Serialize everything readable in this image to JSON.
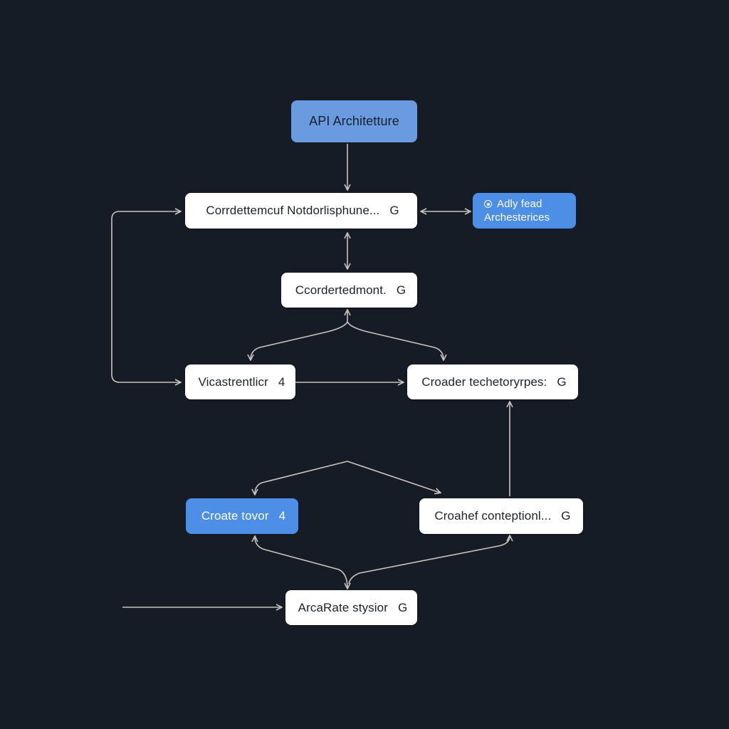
{
  "diagram": {
    "title_node": {
      "label": "API Architetture"
    },
    "nodes": [
      {
        "id": "n1",
        "label": "Corrdettemcuf Notdorlisphune...",
        "suffix": "G"
      },
      {
        "id": "n2",
        "label": "Ccordertedmont.",
        "suffix": "G"
      },
      {
        "id": "n3",
        "label": "Vicastrentlicr",
        "suffix": "4"
      },
      {
        "id": "n4",
        "label": "Croader techetoryrpes:",
        "suffix": "G"
      },
      {
        "id": "n5",
        "label": "Croate tovor",
        "suffix": "4"
      },
      {
        "id": "n6",
        "label": "Croahef conteptionl...",
        "suffix": "G"
      },
      {
        "id": "n7",
        "label": "ArcaRate stysior",
        "suffix": "G"
      }
    ],
    "side_node": {
      "icon": "target-icon",
      "line1": "Adly fead",
      "line2": "Archesterices"
    },
    "colors": {
      "background": "#161c25",
      "node_fill": "#ffffff",
      "accent_blue": "#4d8fe6",
      "title_blue": "#6a9be0",
      "edge": "#c9c4bd"
    }
  }
}
